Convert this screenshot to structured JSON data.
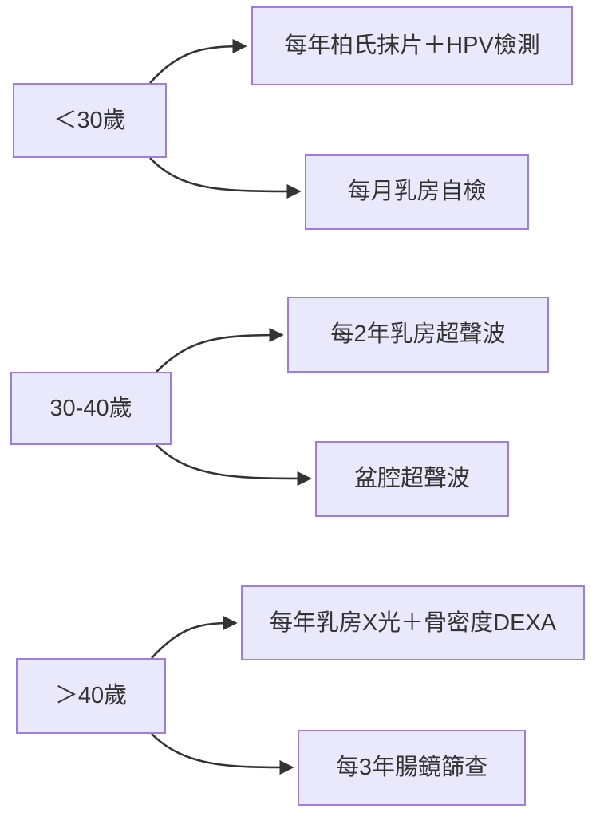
{
  "diagram": {
    "type": "flowchart",
    "orientation": "left-to-right",
    "colors": {
      "node_fill": "#EAE8FB",
      "node_border": "#9C7EDE",
      "edge": "#333333",
      "text": "#333333",
      "background": "#FFFFFF"
    },
    "nodes": [
      {
        "id": "age-under-30",
        "label": "＜30歲"
      },
      {
        "id": "annual-pap-hpv",
        "label": "每年柏氏抹片＋HPV檢測"
      },
      {
        "id": "monthly-breast-self-exam",
        "label": "每月乳房自檢"
      },
      {
        "id": "age-30-40",
        "label": "30-40歲"
      },
      {
        "id": "breast-ultrasound-2y",
        "label": "每2年乳房超聲波"
      },
      {
        "id": "pelvic-ultrasound",
        "label": "盆腔超聲波"
      },
      {
        "id": "age-over-40",
        "label": "＞40歲"
      },
      {
        "id": "annual-mammo-dexa",
        "label": "每年乳房X光＋骨密度DEXA"
      },
      {
        "id": "colonoscopy-3y",
        "label": "每3年腸鏡篩查"
      }
    ],
    "edges": [
      {
        "from": "age-under-30",
        "to": "annual-pap-hpv"
      },
      {
        "from": "age-under-30",
        "to": "monthly-breast-self-exam"
      },
      {
        "from": "age-30-40",
        "to": "breast-ultrasound-2y"
      },
      {
        "from": "age-30-40",
        "to": "pelvic-ultrasound"
      },
      {
        "from": "age-over-40",
        "to": "annual-mammo-dexa"
      },
      {
        "from": "age-over-40",
        "to": "colonoscopy-3y"
      }
    ]
  }
}
